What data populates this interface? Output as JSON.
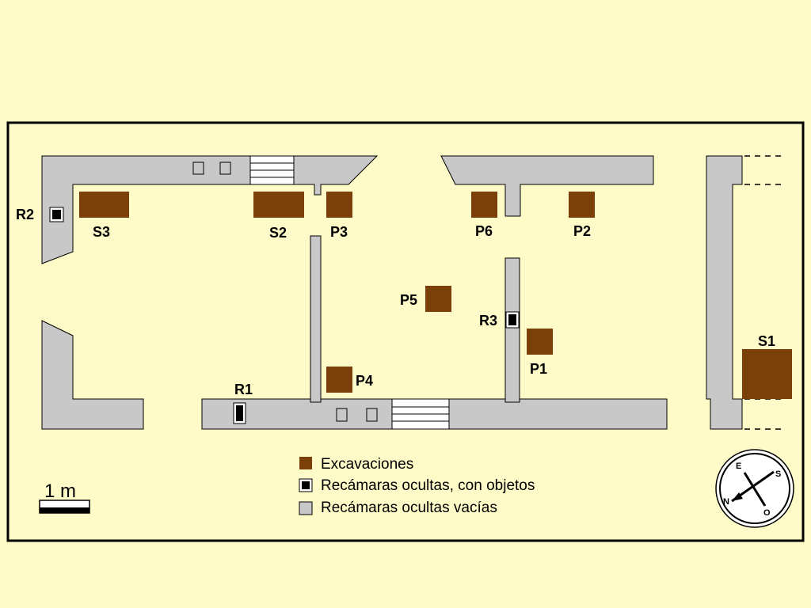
{
  "colors": {
    "background": "#FFFBC9",
    "wall": "#C8C8C8",
    "excavation": "#7B3F0A",
    "frame": "#000000"
  },
  "labels": {
    "R1": "R1",
    "R2": "R2",
    "R3": "R3",
    "S1": "S1",
    "S2": "S2",
    "S3": "S3",
    "P1": "P1",
    "P2": "P2",
    "P3": "P3",
    "P4": "P4",
    "P5": "P5",
    "P6": "P6"
  },
  "legend": {
    "excavaciones": "Excavaciones",
    "con_objetos": "Recámaras ocultas, con objetos",
    "vacias": "Recámaras ocultas vacías"
  },
  "scale": {
    "label": "1 m"
  },
  "compass": {
    "E": "E",
    "S": "S",
    "N": "N",
    "O": "O"
  }
}
